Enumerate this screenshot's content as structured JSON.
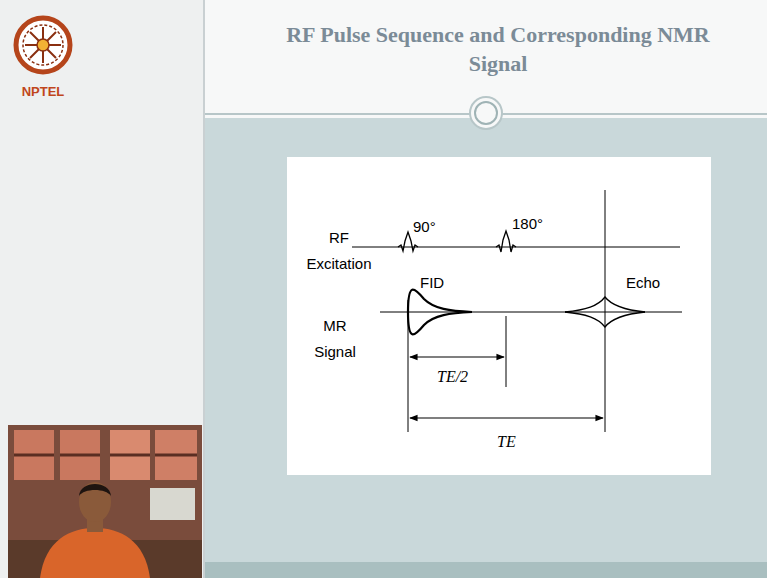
{
  "diagram": {
    "title": "RF Pulse Sequence and Corresponding NMR Signal",
    "labels": [
      "NPTEL",
      "90°",
      "180°",
      "RF Excitation",
      "FID",
      "MR Signal",
      "Echo",
      "TE/2",
      "TE"
    ]
  }
}
